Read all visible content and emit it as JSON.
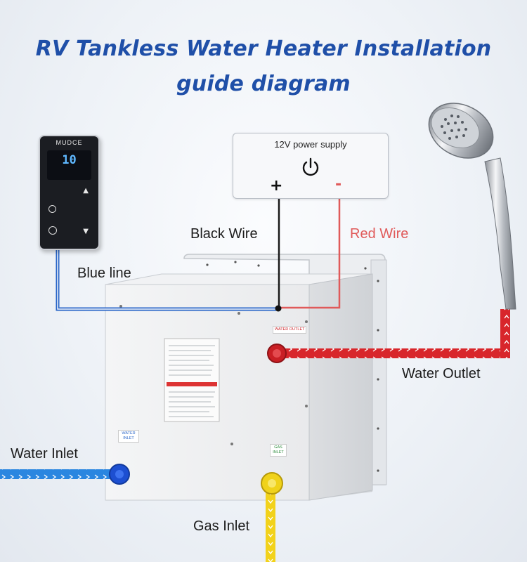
{
  "title_line1": "RV Tankless Water Heater Installation",
  "title_line2": "guide diagram",
  "power_supply": {
    "label": "12V power supply",
    "plus": "+",
    "minus": "-"
  },
  "controller": {
    "brand": "MUDCE",
    "display": "10"
  },
  "labels": {
    "black_wire": "Black Wire",
    "red_wire": "Red Wire",
    "blue_line": "Blue line",
    "water_outlet": "Water Outlet",
    "water_inlet": "Water Inlet",
    "gas_inlet": "Gas Inlet"
  },
  "stickers": {
    "water_outlet": "WATER OUTLET",
    "water_inlet": "WATER INLET",
    "gas_inlet": "GAS INLET"
  },
  "colors": {
    "title": "#1f4fa8",
    "red_wire": "#e05a5a",
    "blue_line": "#2a66c8",
    "water_pipe": "#d8262b",
    "inlet_pipe": "#2a86e0",
    "gas_pipe": "#f2d21b"
  },
  "icons": [
    "power-icon",
    "shower-head-icon",
    "controller-panel-icon",
    "water-heater-unit-icon"
  ]
}
